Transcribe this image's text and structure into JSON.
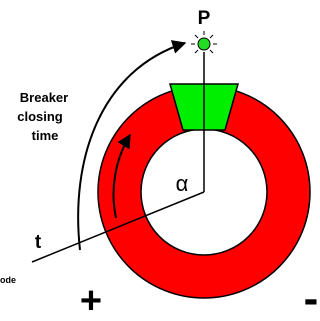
{
  "labels": {
    "p_label": "P",
    "breaker_line1": "Breaker",
    "breaker_line2": "closing",
    "breaker_line3": "time",
    "alpha": "α",
    "t": "t",
    "mode_fragment": "ode",
    "plus": "+",
    "minus": "-"
  },
  "colors": {
    "ring": "#ff0000",
    "window": "#00ee00",
    "indicator": "#22dd22",
    "stroke": "#000000"
  },
  "icons": {
    "lamp": "indicator-lamp-icon"
  }
}
